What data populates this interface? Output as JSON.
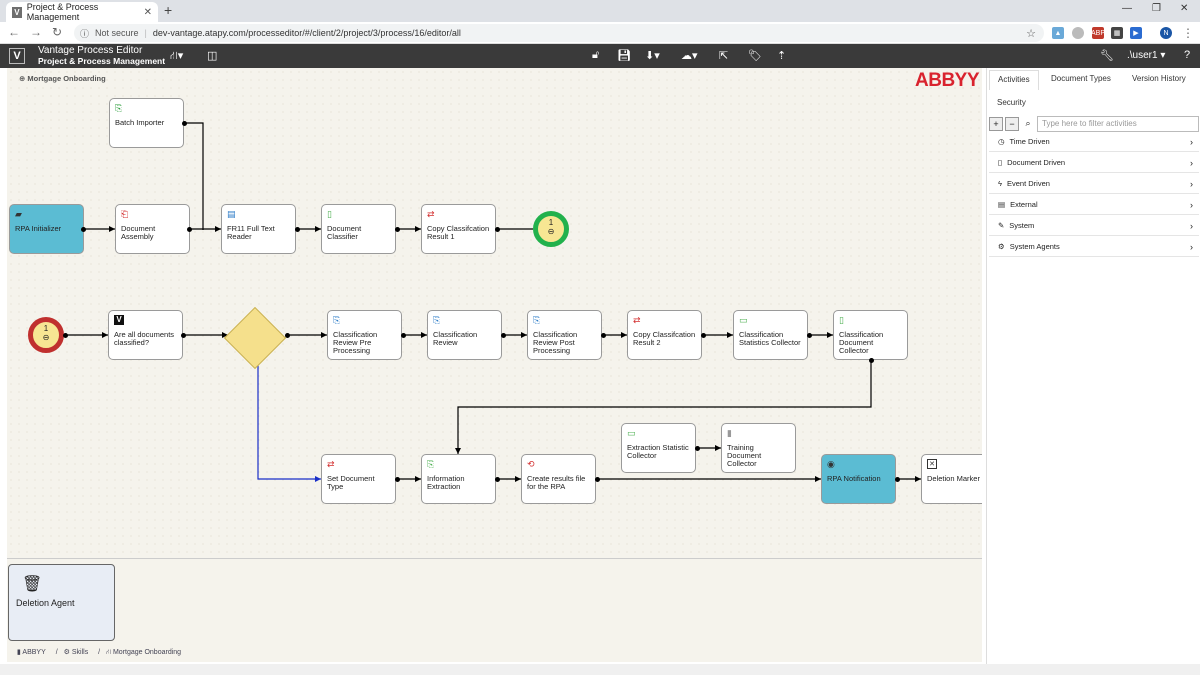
{
  "browser": {
    "tab_title": "Project & Process Management",
    "tab_favicon": "V",
    "security": "Not secure",
    "url": "dev-vantage.atapy.com/processeditor/#/client/2/project/3/process/16/editor/all",
    "profile_initial": "N"
  },
  "app": {
    "logo": "V",
    "title": "Vantage Process Editor",
    "subtitle": "Project & Process Management",
    "user": ".\\user1"
  },
  "canvas": {
    "process_name": "Mortgage Onboarding",
    "brand": "ABBYY"
  },
  "nodes": [
    {
      "id": "batch",
      "label": "Batch Importer",
      "icon": "batch-import-icon"
    },
    {
      "id": "rpa-init",
      "label": "RPA Initializer",
      "icon": "rpa-icon"
    },
    {
      "id": "doc-assembly",
      "label": "Document Assembly",
      "icon": "assembly-icon"
    },
    {
      "id": "fr11",
      "label": "FR11 Full Text Reader",
      "icon": "reader-icon"
    },
    {
      "id": "doc-class",
      "label": "Document Classifier",
      "icon": "classifier-icon"
    },
    {
      "id": "copy1",
      "label": "Copy Classifcation Result 1",
      "icon": "copy-icon"
    },
    {
      "id": "all-classified",
      "label": "Are all documents classified?",
      "icon": "vantage-icon"
    },
    {
      "id": "cr-pre",
      "label": "Classification Review Pre Processing",
      "icon": "review-icon"
    },
    {
      "id": "cr",
      "label": "Classification Review",
      "icon": "review-icon"
    },
    {
      "id": "cr-post",
      "label": "Classification Review Post Processing",
      "icon": "review-icon"
    },
    {
      "id": "copy2",
      "label": "Copy Classifcation Result 2",
      "icon": "copy-icon"
    },
    {
      "id": "cls-stats",
      "label": "Classification Statistics Collector",
      "icon": "stats-icon"
    },
    {
      "id": "cls-doc-coll",
      "label": "Classification Document Collector",
      "icon": "collector-icon"
    },
    {
      "id": "ext-stats",
      "label": "Extraction Statistic Collector",
      "icon": "stats-icon"
    },
    {
      "id": "train-doc",
      "label": "Training Document Collector",
      "icon": "training-icon"
    },
    {
      "id": "set-doc-type",
      "label": "Set Document Type",
      "icon": "copy-icon"
    },
    {
      "id": "info-ext",
      "label": "Information Extraction",
      "icon": "extraction-icon"
    },
    {
      "id": "create-results",
      "label": "Create results file for the RPA",
      "icon": "results-icon"
    },
    {
      "id": "rpa-notify",
      "label": "RPA Notification",
      "icon": "notification-icon"
    },
    {
      "id": "deletion-marker",
      "label": "Deletion Marker",
      "icon": "delete-mark-icon"
    }
  ],
  "events": {
    "start_count": "1",
    "end_count": "1"
  },
  "bottom": {
    "agent_label": "Deletion Agent"
  },
  "breadcrumb": [
    "ABBYY",
    "Skills",
    "Mortgage Onboarding"
  ],
  "panel": {
    "tabs": [
      "Activities",
      "Document Types",
      "Version History",
      "Security"
    ],
    "filter_placeholder": "Type here to filter activities",
    "categories": [
      {
        "label": "Time Driven",
        "icon": "clock-icon"
      },
      {
        "label": "Document Driven",
        "icon": "document-icon"
      },
      {
        "label": "Event Driven",
        "icon": "bolt-icon"
      },
      {
        "label": "External",
        "icon": "external-icon"
      },
      {
        "label": "System",
        "icon": "wrench-icon"
      },
      {
        "label": "System Agents",
        "icon": "gear-icon"
      }
    ]
  }
}
